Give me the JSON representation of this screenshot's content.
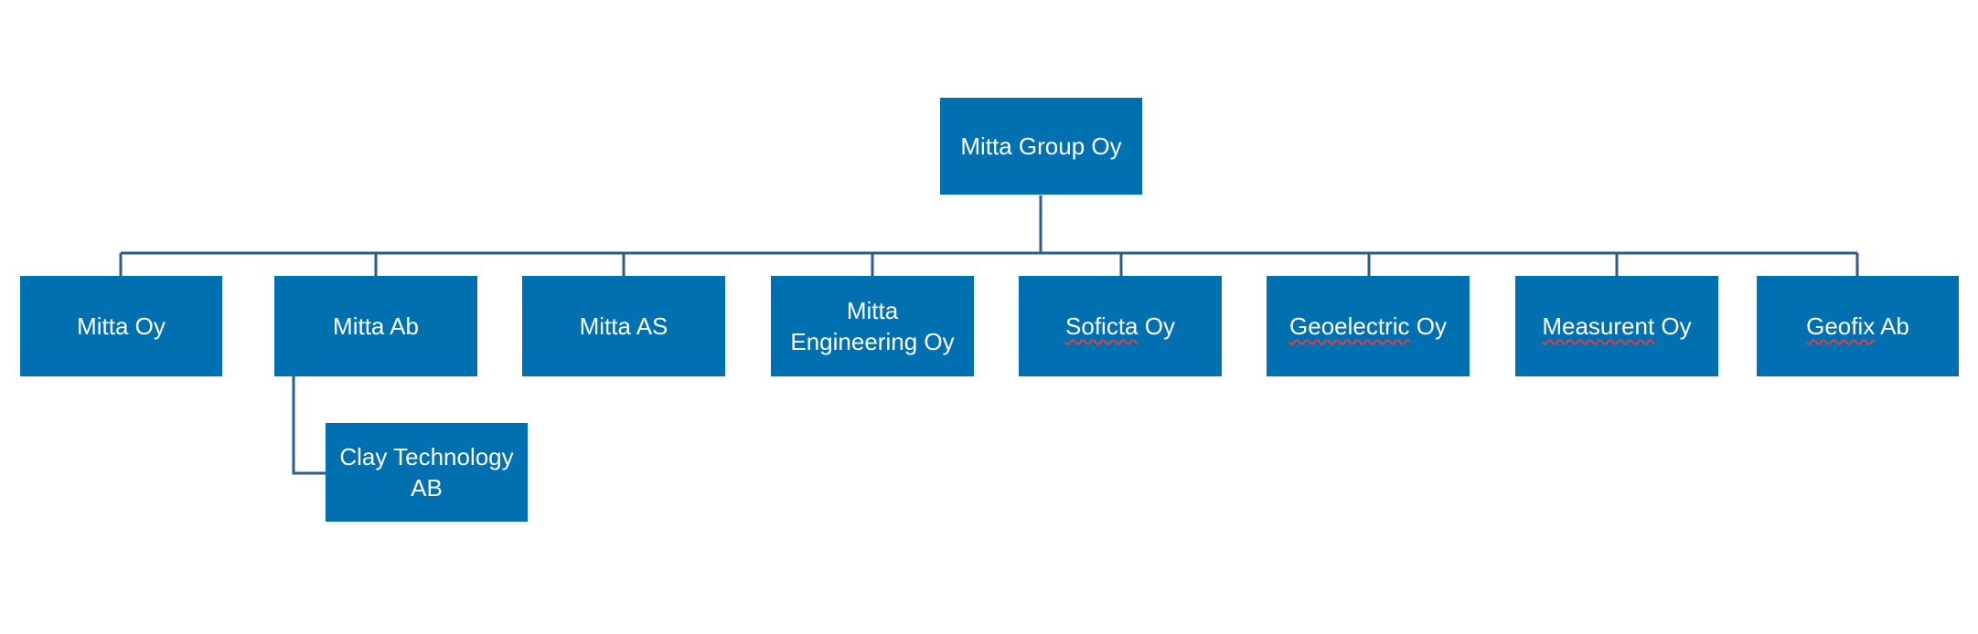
{
  "root": {
    "id": "mitta-group",
    "label": "Mitta Group Oy"
  },
  "children": [
    {
      "id": "mitta-oy",
      "label": "Mitta Oy",
      "spell_flag": false
    },
    {
      "id": "mitta-ab",
      "label": "Mitta Ab",
      "spell_flag": false,
      "children": [
        {
          "id": "clay-technology",
          "label": "Clay Technology AB",
          "spell_flag": false
        }
      ]
    },
    {
      "id": "mitta-as",
      "label": "Mitta AS",
      "spell_flag": false
    },
    {
      "id": "mitta-engineering",
      "label": "Mitta Engineering Oy",
      "spell_flag": false
    },
    {
      "id": "soficta",
      "label": "Soficta Oy",
      "spell_flag": true,
      "flag_word": "Soficta",
      "rest": " Oy"
    },
    {
      "id": "geoelectric",
      "label": "Geoelectric Oy",
      "spell_flag": true,
      "flag_word": "Geoelectric",
      "rest": " Oy"
    },
    {
      "id": "measurent",
      "label": "Measurent Oy",
      "spell_flag": true,
      "flag_word": "Measurent",
      "rest": " Oy"
    },
    {
      "id": "geofix",
      "label": "Geofix Ab",
      "spell_flag": true,
      "flag_word": "Geofix",
      "rest": " Ab"
    }
  ],
  "colors": {
    "box_fill": "#0070b0",
    "box_text": "#ffffff",
    "connector": "#2e5c8a",
    "spellcheck_underline": "#e04040"
  }
}
